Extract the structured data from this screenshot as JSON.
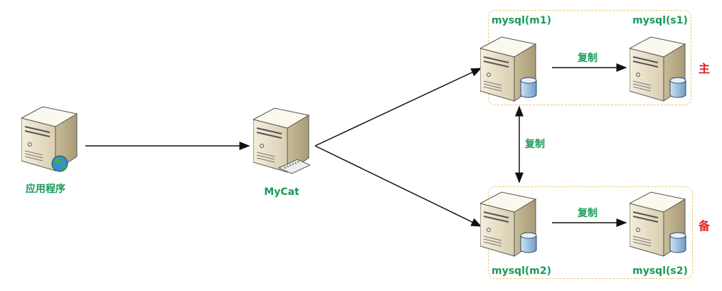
{
  "nodes": {
    "app": {
      "label": "应用程序",
      "icon": "server-globe-icon"
    },
    "mycat": {
      "label": "MyCat",
      "icon": "server-network-icon"
    },
    "m1": {
      "label": "mysql(m1)",
      "icon": "database-server-icon"
    },
    "s1": {
      "label": "mysql(s1)",
      "icon": "database-server-icon"
    },
    "m2": {
      "label": "mysql(m2)",
      "icon": "database-server-icon"
    },
    "s2": {
      "label": "mysql(s2)",
      "icon": "database-server-icon"
    }
  },
  "edges": {
    "m1_s1": "复制",
    "m2_s2": "复制",
    "m1_m2": "复制"
  },
  "groups": {
    "primary": "主",
    "backup": "备"
  },
  "colors": {
    "label": "#1a9a5a",
    "role": "#e02020",
    "group_border": "#e8c870"
  }
}
